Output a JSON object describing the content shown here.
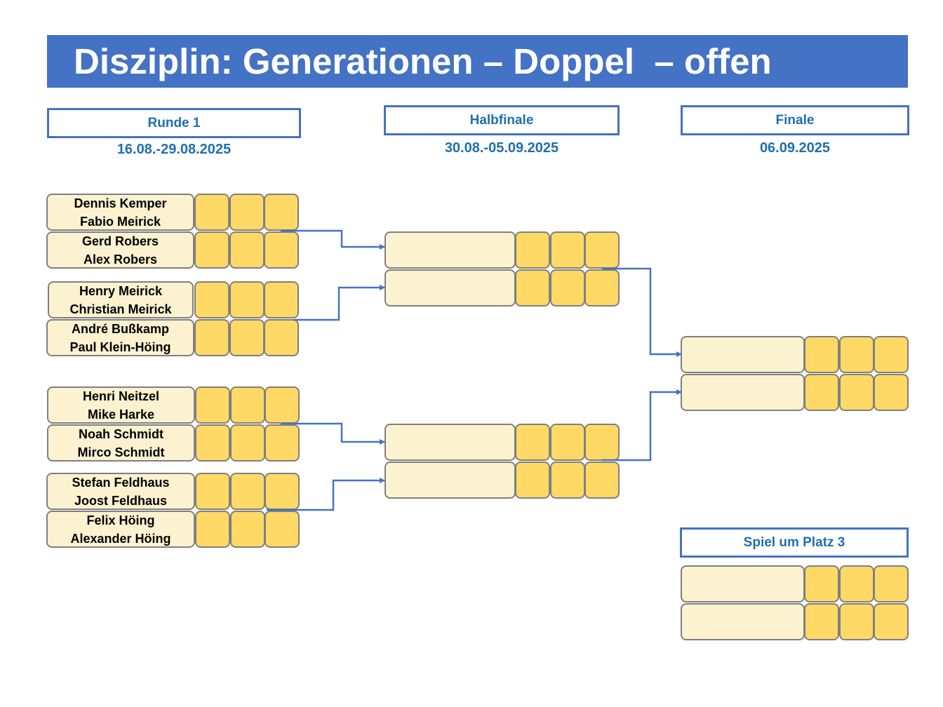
{
  "title": "Disziplin: Generationen – Doppel  – offen",
  "rounds": [
    {
      "label": "Runde 1",
      "date": "16.08.-29.08.2025"
    },
    {
      "label": "Halbfinale",
      "date": "30.08.-05.09.2025"
    },
    {
      "label": "Finale",
      "date": "06.09.2025"
    }
  ],
  "third_place_label": "Spiel um Platz 3",
  "round1_teams": [
    {
      "player1": "Dennis Kemper",
      "player2": "Fabio Meirick"
    },
    {
      "player1": "Gerd Robers",
      "player2": "Alex Robers"
    },
    {
      "player1": "Henry Meirick",
      "player2": "Christian Meirick"
    },
    {
      "player1": "André Bußkamp",
      "player2": "Paul Klein-Höing"
    },
    {
      "player1": "Henri Neitzel",
      "player2": "Mike Harke"
    },
    {
      "player1": "Noah Schmidt",
      "player2": "Mirco Schmidt"
    },
    {
      "player1": "Stefan Feldhaus",
      "player2": "Joost Feldhaus"
    },
    {
      "player1": "Felix Höing",
      "player2": "Alexander Höing"
    }
  ],
  "colors": {
    "accent": "#4472c4",
    "heading_text": "#1f6fb2",
    "name_fill": "#fdf2d0",
    "score_fill": "#ffd966",
    "cell_border": "#7f7f7f"
  }
}
